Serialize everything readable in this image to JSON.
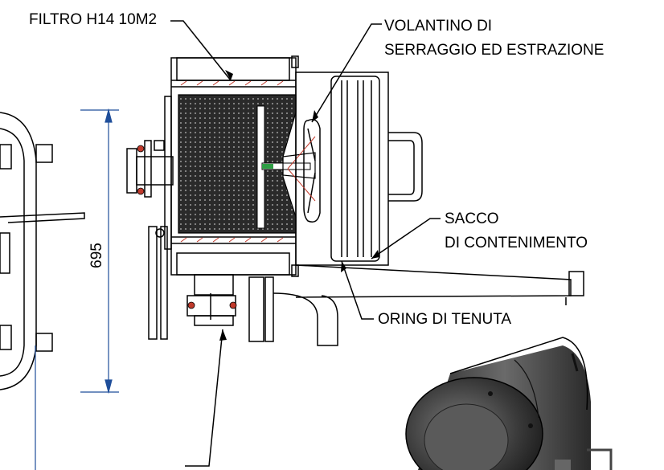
{
  "labels": {
    "filter": "FILTRO H14 10M2",
    "handwheel_line1": "VOLANTINO DI",
    "handwheel_line2": "SERRAGGIO ED ESTRAZIONE",
    "bag_line1": "SACCO",
    "bag_line2": "DI CONTENIMENTO",
    "oring": "ORING DI TENUTA"
  },
  "dimension": {
    "height": "695"
  },
  "colors": {
    "line": "#000000",
    "dimension": "#1f4e9a",
    "hatch": "#c0392b",
    "green": "#2e9e44",
    "media": "#2a2a2a"
  }
}
